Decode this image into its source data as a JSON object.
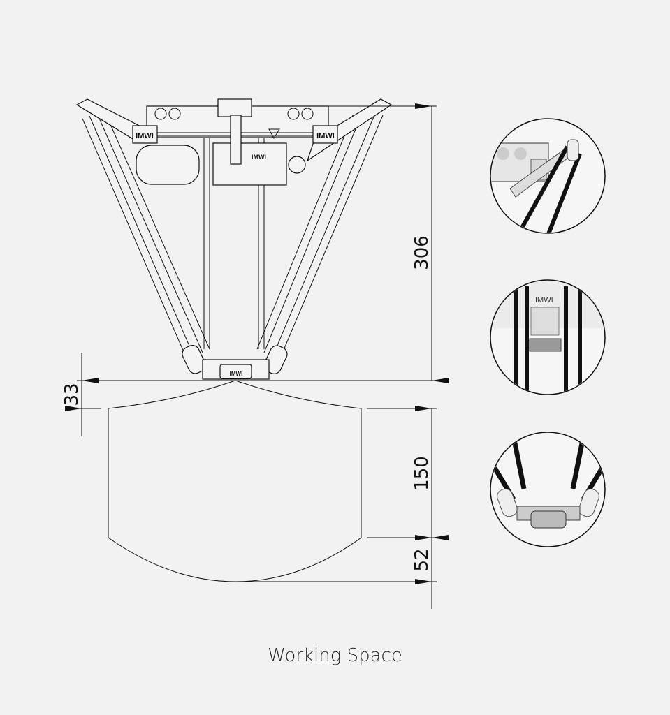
{
  "caption": "Working Space",
  "dimensions": {
    "robot_height": "306",
    "offset_to_workspace": "33",
    "workspace_cylinder_height": "150",
    "workspace_bottom_dome": "52"
  },
  "logo_text": "IMWI",
  "detail_views": [
    "upper-arm-joint-detail",
    "base-motor-detail",
    "end-effector-detail"
  ],
  "colors": {
    "background": "#f2f2f2",
    "line": "#111111"
  }
}
